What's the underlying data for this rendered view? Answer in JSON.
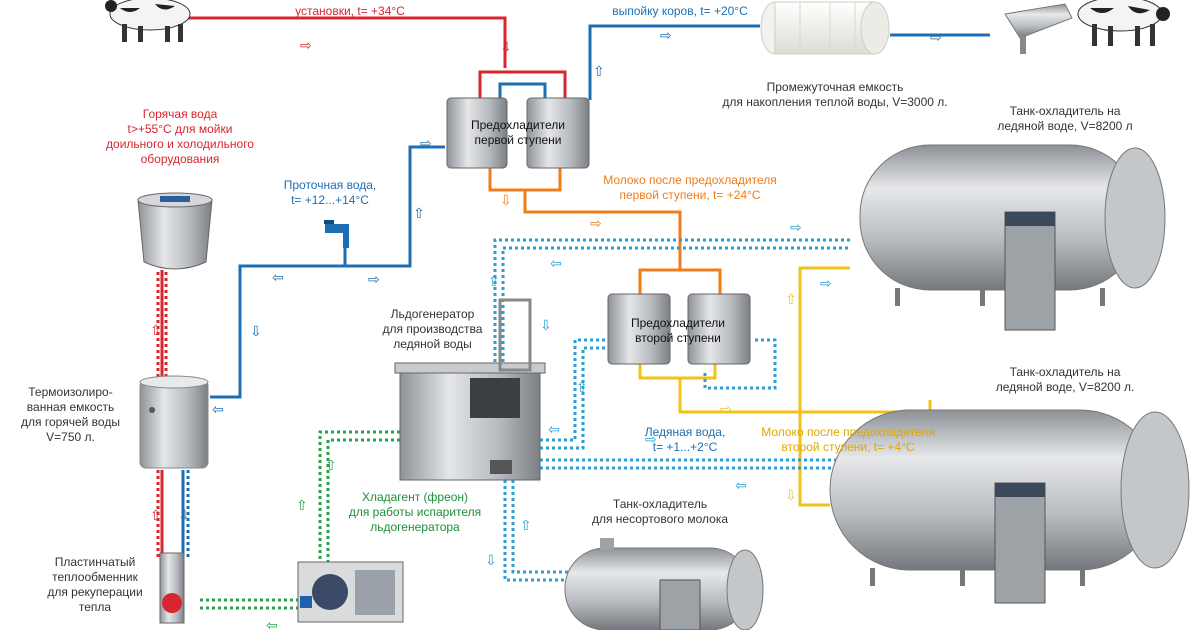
{
  "colors": {
    "hot": "#d7262e",
    "cold": "#1d6fb3",
    "milk_warm": "#ef7d1a",
    "milk_cold": "#f2c21a",
    "ice_water": "#2a9fd6",
    "freon": "#2aa14a",
    "steel": "#b9bcc0"
  },
  "labels": {
    "top_left": "установки, t= +34°С",
    "top_right": "выпойку коров, t= +20°С",
    "intermediate_tank": "Промежуточная емкость\nдля накопления теплой воды, V=3000 л.",
    "tank1": "Танк-охладитель на\nледяной воде, V=8200 л",
    "tank2": "Танк-охладитель на\nледяной воде, V=8200 л.",
    "hot_water": "Горячая вода\nt>+55°С для мойки\nдоильного и холодильного\nоборудования",
    "tap_water": "Проточная вода,\nt= +12...+14°С",
    "precooler1": "Предохладители\nпервой ступени",
    "milk_after_pc1": "Молоко после предохладителя\nпервой ступени, t= +24°С",
    "ice_generator": "Льдогенератор\nдля производства\nледяной воды",
    "precooler2": "Предохладители\nвторой ступени",
    "thermo_tank": "Термоизолиро-\nванная емкость\nдля горячей воды\nV=750 л.",
    "ice_water": "Ледяная вода,\nt= +1...+2°С",
    "milk_after_pc2": "Молоко после предохладителя\nвторой ступени, t= +4°С",
    "freon": "Хладагент (фреон)\nдля работы испарителя\nльдогенератора",
    "low_grade_tank": "Танк-охладитель\nдля несортового молока",
    "plate_hx": "Пластинчатый\nтеплообменник\nдля рекуперации\nтепла"
  }
}
